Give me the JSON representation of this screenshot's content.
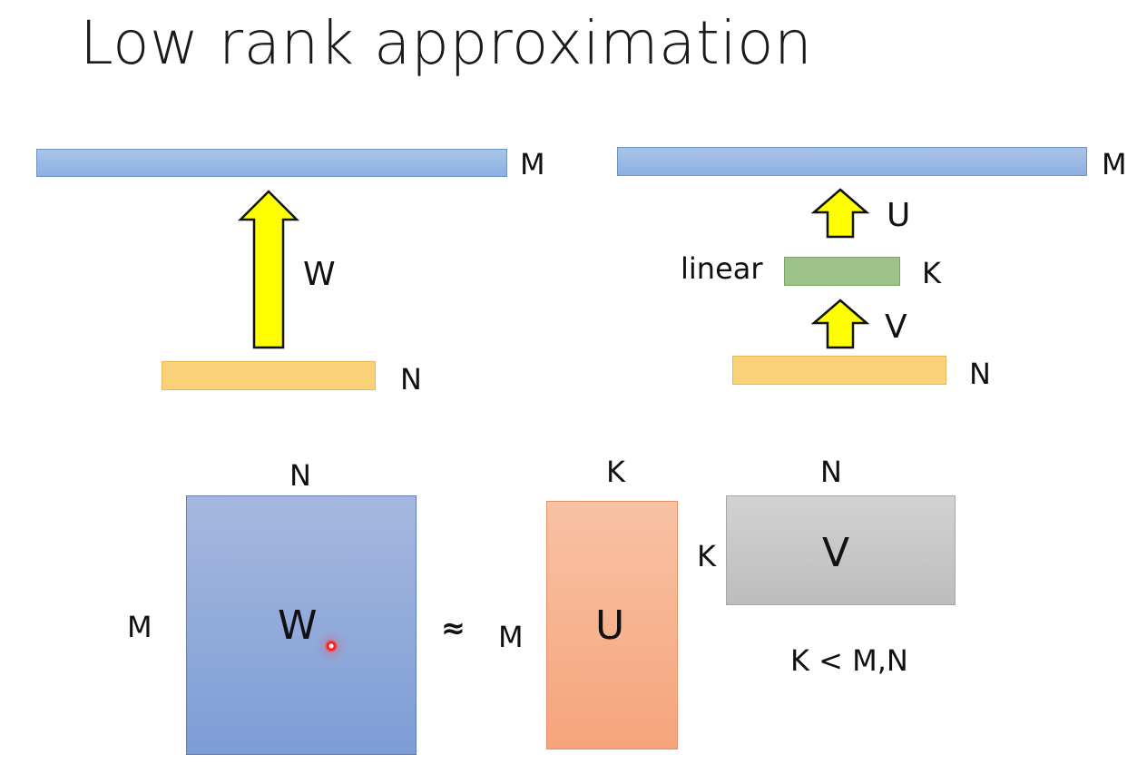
{
  "title": "Low rank approximation",
  "left_diagram": {
    "output_dim": "M",
    "weight": "W",
    "input_dim": "N"
  },
  "right_diagram": {
    "output_dim": "M",
    "upper_weight": "U",
    "hidden_label": "linear",
    "hidden_dim": "K",
    "lower_weight": "V",
    "input_dim": "N"
  },
  "factorization": {
    "w_matrix": {
      "name": "W",
      "rows": "M",
      "cols": "N"
    },
    "approx_symbol": "≈",
    "u_matrix": {
      "name": "U",
      "rows": "M",
      "cols": "K"
    },
    "v_matrix": {
      "name": "V",
      "rows": "K",
      "cols": "N"
    },
    "constraint": "K < M,N"
  },
  "colors": {
    "output_layer": "#9dbae4",
    "input_layer": "#fbd27a",
    "hidden_layer": "#9dc28a",
    "arrow": "#ffff00",
    "w_matrix": "#90a9da",
    "u_matrix": "#f7b28e",
    "v_matrix": "#c8c8c8"
  }
}
